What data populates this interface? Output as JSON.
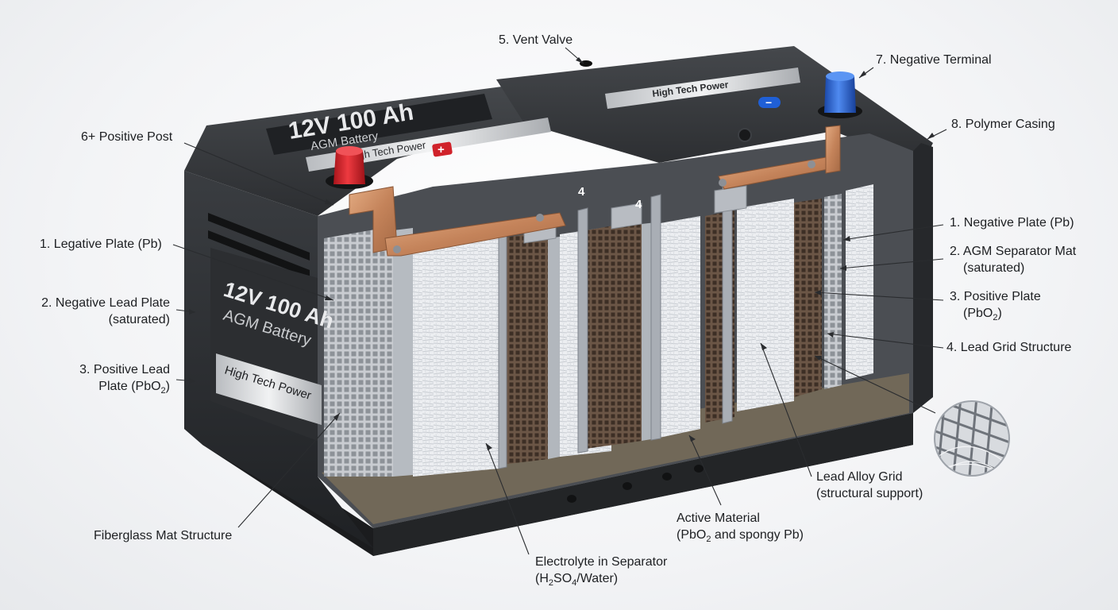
{
  "battery": {
    "model": "12V 100 Ah",
    "type": "AGM Battery",
    "brand": "High Tech Power",
    "cell_marking": "4",
    "positive_symbol": "+",
    "negative_symbol": "−"
  },
  "callouts": {
    "vent_valve": "5. Vent Valve",
    "negative_terminal": "7. Negative Terminal",
    "polymer_casing": "8. Polymer Casing",
    "positive_post": "6+ Positive Post",
    "left_plate": "1. Legative Plate (Pb)",
    "negative_lead_plate_1": "2. Negative Lead Plate",
    "negative_lead_plate_2": "(saturated)",
    "positive_lead_plate_1": "3. Positive Lead",
    "positive_lead_plate_2": "Plate (PbO",
    "positive_lead_plate_sub": "2",
    "positive_lead_plate_end": ")",
    "negative_plate": "1. Negative Plate (Pb)",
    "agm_separator_1": "2. AGM Separator Mat",
    "agm_separator_2": "(saturated)",
    "positive_plate_1": "3. Positive Plate",
    "positive_plate_2": "(PbO",
    "positive_plate_sub": "2",
    "positive_plate_end": ")",
    "lead_grid": "4. Lead Grid Structure",
    "lead_alloy_grid_1": "Lead Alloy Grid",
    "lead_alloy_grid_2": "(structural support)",
    "active_material_1": "Active Material",
    "active_material_2a": "(PbO",
    "active_material_sub": "2",
    "active_material_2b": " and spongy Pb)",
    "fiberglass_mat": "Fiberglass Mat Structure",
    "electrolyte_1": "Electrolyte in Separator",
    "electrolyte_2a": "(H",
    "electrolyte_sub1": "2",
    "electrolyte_2b": "SO",
    "electrolyte_sub2": "4",
    "electrolyte_2c": "/Water)"
  },
  "colors": {
    "casing": "#2a2c2f",
    "positive_cap": "#d0222a",
    "negative_cap": "#1f5fd6",
    "copper": "#c98a5e",
    "separator": "#e9ebee",
    "plate_brown": "#5a4636"
  }
}
